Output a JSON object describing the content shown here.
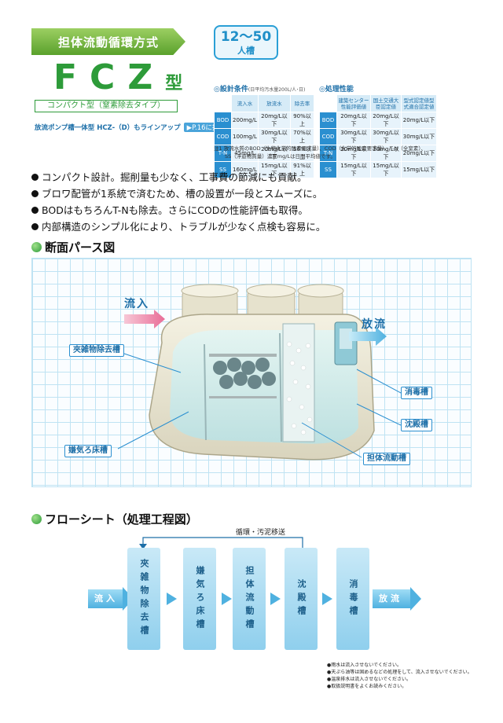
{
  "header": {
    "ribbon": "担体流動循環方式",
    "capacity_range": "12～50",
    "capacity_unit": "人槽",
    "model": "FCZ",
    "model_suffix": "型",
    "subtitle": "コンパクト型（窒素除去タイプ）",
    "lineup": "放流ポンプ槽一体型 HCZ-（D）もラインアップ",
    "lineup_ref": "▶P.16に掲載"
  },
  "design": {
    "title": "◎設計条件",
    "title_note": "(日平均汚水量200L/人･日)",
    "headers": [
      "流入水",
      "放流水",
      "除去率"
    ],
    "rows": [
      {
        "label": "BOD",
        "values": [
          "200mg/L",
          "20mg/L以下",
          "90%以上"
        ]
      },
      {
        "label": "COD",
        "values": [
          "100mg/L",
          "30mg/L以下",
          "70%以上"
        ]
      },
      {
        "label": "T-N",
        "values": [
          "45mg/L",
          "20mg/L以下",
          "56%以上"
        ]
      },
      {
        "label": "SS",
        "values": [
          "160mg/L",
          "15mg/L以下",
          "91%以上"
        ]
      }
    ]
  },
  "performance": {
    "title": "◎処理性能",
    "headers": [
      "建築センター性能評価値",
      "国土交通大臣認定値",
      "型式認定値型式適合認定値"
    ],
    "rows": [
      {
        "label": "BOD",
        "values": [
          "20mg/L以下",
          "20mg/L以下",
          "20mg/L以下"
        ]
      },
      {
        "label": "COD",
        "values": [
          "30mg/L以下",
          "30mg/L以下",
          "30mg/L以下"
        ]
      },
      {
        "label": "T-N",
        "values": [
          "20mg/L以下",
          "20mg/L以下",
          "20mg/L以下"
        ]
      },
      {
        "label": "SS",
        "values": [
          "15mg/L以下",
          "15mg/L以下",
          "15mg/L以下"
        ]
      }
    ]
  },
  "note": {
    "line1": "注1 放流水質のBOD（生物化学的酸素要求量）、COD（化学的酸素要求量）、T-N（全窒素）、",
    "line2": "SS（浮遊物質量）濃度mg/Lは日間平均値です。"
  },
  "bullets": [
    "コンパクト設計。掘削量も少なく、工事費の節減にも貢献。",
    "ブロワ配管が1系統で済むため、槽の設置が一段とスムーズに。",
    "BODはもちろんT-Nも除去。さらにCODの性能評価も取得。",
    "内部構造のシンプル化により、トラブルが少なく点検も容易に。"
  ],
  "section1": "断面パース図",
  "diagram": {
    "inflow": "流入",
    "outflow": "放流",
    "labels": {
      "screen": "夾雑物除去槽",
      "anaerobic": "嫌気ろ床槽",
      "disinfection": "消毒槽",
      "settling": "沈殿槽",
      "carrier": "担体流動槽"
    },
    "colors": {
      "tank": "#ece8d6",
      "water": "#cfeef2",
      "accent": "#2a8fd0"
    }
  },
  "section2": "フローシート（処理工程図）",
  "flow": {
    "recirc": "循環・汚泥移送",
    "inflow": "流入",
    "outflow": "放流",
    "steps": [
      "夾雑物除去槽",
      "嫌気ろ床槽",
      "担体流動槽",
      "沈殿槽",
      "消毒槽"
    ]
  },
  "footnotes": [
    "●雨水は流入させないでください。",
    "●天ぷら油等は固めるなどの処理をして、流入させないでください。",
    "●温泉排水は流入させないでください。",
    "●取扱説明書をよくお読みください。"
  ]
}
